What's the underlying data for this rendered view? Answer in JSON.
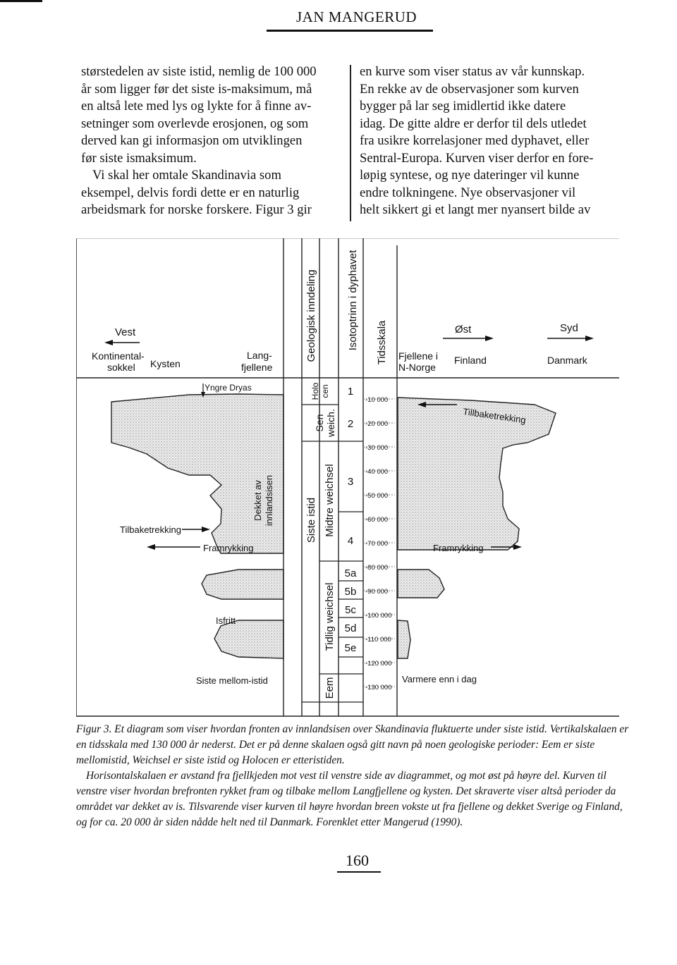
{
  "header": {
    "title": "JAN MANGERUD"
  },
  "body_left": [
    "størstedelen av siste istid, nemlig de 100 000",
    "år som ligger før det siste is-maksimum, må",
    "en altså lete med lys og lykte for å finne av-",
    "setninger som overlevde erosjonen, og som",
    "derved kan gi informasjon om utviklingen",
    "før siste ismaksimum.",
    "Vi skal her omtale Skandinavia som",
    "eksempel, delvis fordi dette er en naturlig",
    "arbeidsmark for norske forskere. Figur 3 gir"
  ],
  "body_right": [
    "en kurve som viser status av vår kunnskap.",
    "En rekke av de observasjoner som kurven",
    "bygger på lar seg imidlertid ikke datere",
    "idag. De gitte aldre er derfor til dels utledet",
    "fra usikre korrelasjoner med dyphavet, eller",
    "Sentral-Europa. Kurven viser derfor en fore-",
    "løpig syntese, og nye dateringer vil kunne",
    "endre tolkningene. Nye observasjoner vil",
    "helt sikkert gi et langt mer nyansert bilde av"
  ],
  "figure": {
    "col_headers": {
      "geologisk": "Geologisk inndeling",
      "isotop": "Isotoptrinn i dyphavet",
      "tidsskala": "Tidsskala"
    },
    "directions": {
      "vest": "Vest",
      "ost": "Øst",
      "syd": "Syd"
    },
    "regions": {
      "kontinental_1": "Kontinental-",
      "kontinental_2": "sokkel",
      "kysten": "Kysten",
      "lang_1": "Lang-",
      "lang_2": "fjellene",
      "fjellene_1": "Fjellene i",
      "fjellene_2": "N-Norge",
      "finland": "Finland",
      "danmark": "Danmark"
    },
    "periods": {
      "holo_1": "Holo",
      "holo_2": "cen",
      "sen_1": "Sen",
      "sen_2": "weich.",
      "siste_istid": "Siste istid",
      "midtre": "Midtre weichsel",
      "tidlig": "Tidlig weichsel",
      "eem": "Eem"
    },
    "isotope_stages": [
      "1",
      "2",
      "3",
      "4",
      "5a",
      "5b",
      "5c",
      "5d",
      "5e"
    ],
    "time_ticks": [
      "10 000",
      "20 000",
      "30 000",
      "40 000",
      "50 000",
      "60 000",
      "70 000",
      "80 000",
      "90 000",
      "100 000",
      "110 000",
      "120 000",
      "130 000"
    ],
    "annotations": {
      "yngre_dryas": "Yngre Dryas",
      "dekket_1": "Dekket av",
      "dekket_2": "innlandsisen",
      "tilbaketrekking_left": "Tilbaketrekking",
      "tilbaketrekking_right": "Tillbaketrekking",
      "framrykking_left": "Framrykking",
      "framrykking_right": "Framrykking",
      "isfritt": "Isfritt",
      "siste_mellom_istid": "Siste mellom-istid",
      "varmere": "Varmere enn i dag"
    }
  },
  "caption": {
    "paragraph1": "Figur 3. Et diagram som viser hvordan fronten av innlandsisen over Skandinavia fluktuerte under siste istid. Vertikalskalaen er en tidsskala med 130 000 år nederst. Det er på denne skalaen også gitt navn på noen geologiske perioder: Eem er siste mellomistid, Weichsel er siste istid og Holocen er etteristiden.",
    "paragraph2": "Horisontalskalaen er avstand fra fjellkjeden mot vest til venstre side av diagrammet, og mot øst på høyre del. Kurven til venstre viser hvordan brefronten rykket fram og tilbake mellom Langfjellene og kysten. Det skraverte viser altså perioder da området var dekket av is. Tilsvarende viser kurven til høyre hvordan breen vokste ut fra fjellene og dekket Sverige og Finland, og for ca. 20 000 år siden nådde helt ned til Danmark. Forenklet etter Mangerud (1990)."
  },
  "page_number": "160"
}
